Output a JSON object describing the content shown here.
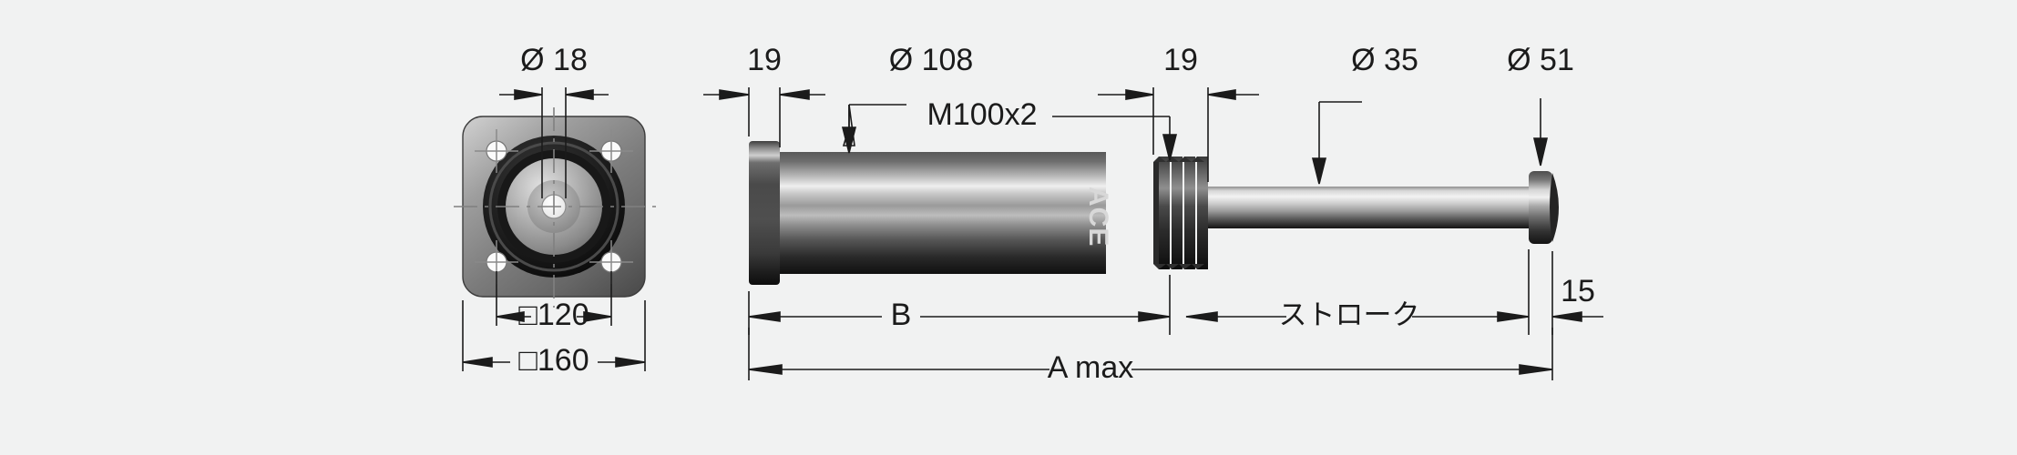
{
  "drawing": {
    "background_color": "#f1f2f2",
    "line_color": "#1b1b1b",
    "brand_label": "ACE",
    "title": "Industrial shock absorber dimensional drawing"
  },
  "dimensions": {
    "front_view": [
      {
        "id": "bore-dia",
        "label": "Ø 18",
        "kind": "diameter"
      },
      {
        "id": "bolt-square",
        "label": "□120",
        "kind": "square"
      },
      {
        "id": "flange-square",
        "label": "□160",
        "kind": "square"
      }
    ],
    "side_view": [
      {
        "id": "flange-thickness",
        "label": "19",
        "kind": "linear"
      },
      {
        "id": "body-dia",
        "label": "Ø 108",
        "kind": "diameter"
      },
      {
        "id": "thread-spec",
        "label": "M100x2",
        "kind": "thread"
      },
      {
        "id": "thread-length",
        "label": "19",
        "kind": "linear"
      },
      {
        "id": "rod-dia",
        "label": "Ø 35",
        "kind": "diameter"
      },
      {
        "id": "cap-dia",
        "label": "Ø 51",
        "kind": "diameter"
      },
      {
        "id": "cap-length",
        "label": "15",
        "kind": "linear"
      }
    ],
    "overall": [
      {
        "id": "dim-b",
        "label": "B",
        "kind": "variable"
      },
      {
        "id": "dim-stroke",
        "label": "ストローク",
        "kind": "variable"
      },
      {
        "id": "dim-a-max",
        "label": "A max",
        "kind": "variable"
      }
    ]
  }
}
